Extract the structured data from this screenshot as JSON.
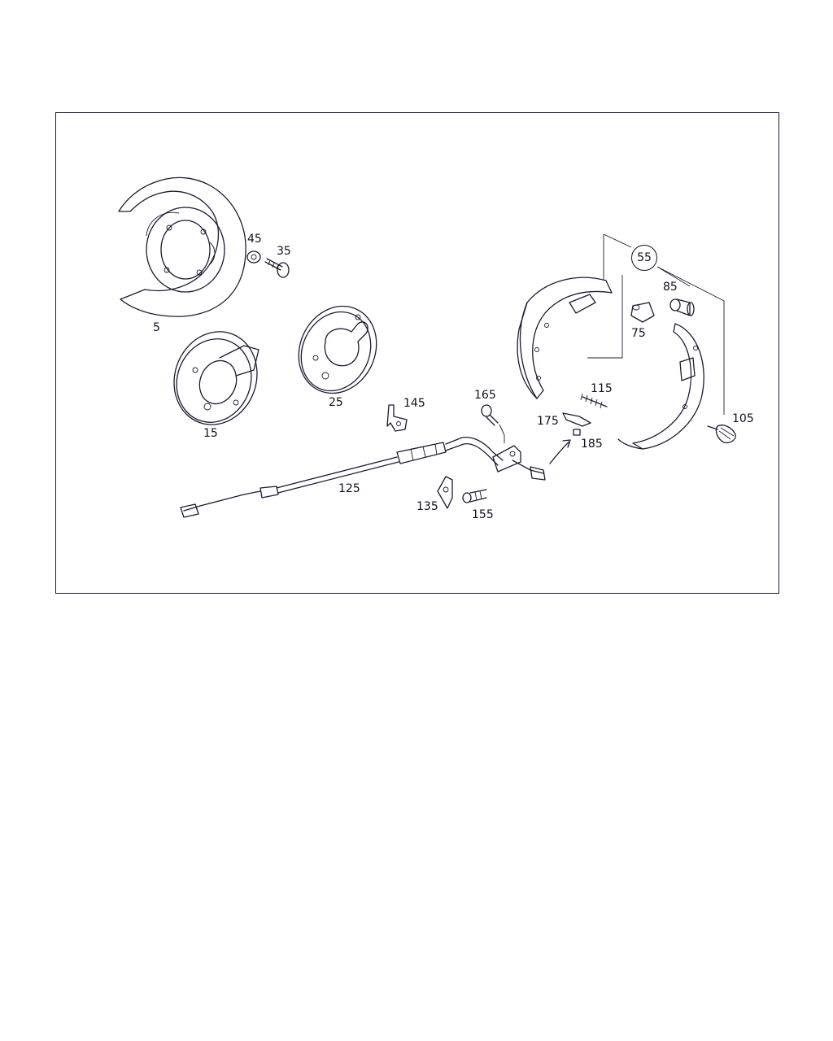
{
  "diagram": {
    "frame_color": "#1a1a3a",
    "stroke_color": "#1b1b35",
    "labels": {
      "p5": "5",
      "p15": "15",
      "p25": "25",
      "p35": "35",
      "p45": "45",
      "p55": "55",
      "p75": "75",
      "p85": "85",
      "p105": "105",
      "p115": "115",
      "p125": "125",
      "p135": "135",
      "p145": "145",
      "p155": "155",
      "p165": "165",
      "p175": "175",
      "p185": "185"
    }
  }
}
